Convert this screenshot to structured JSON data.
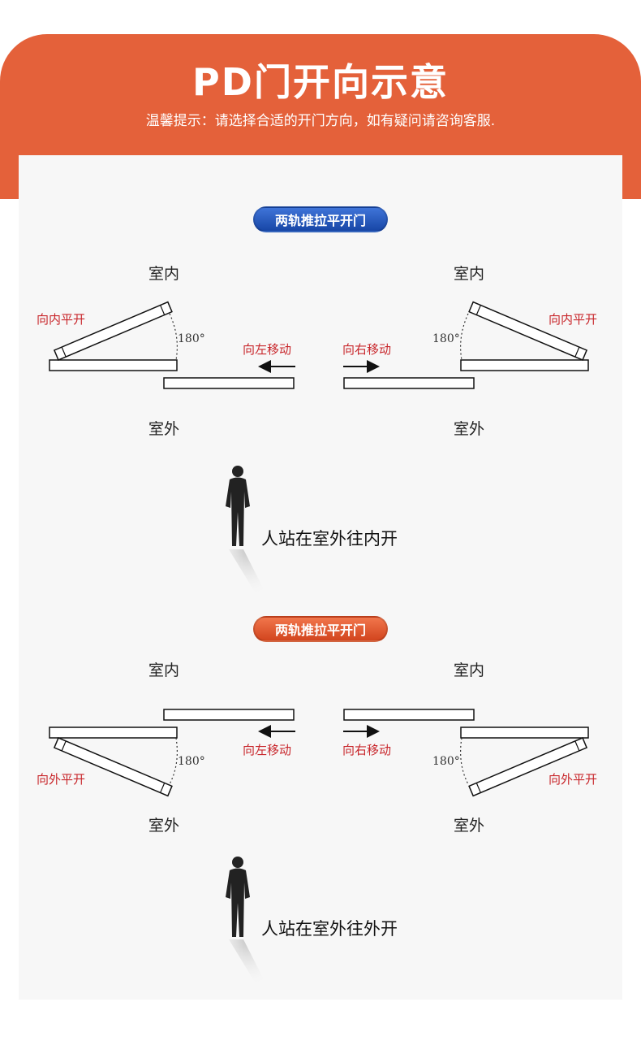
{
  "header": {
    "title": "PD门开向示意",
    "subtitle": "温馨提示：请选择合适的开门方向，如有疑问请咨询客服."
  },
  "colors": {
    "header_bg": "#e4613a",
    "panel_bg": "#f7f7f7",
    "pill_blue": "#2558c0",
    "pill_orange": "#e45a31",
    "annotation_red": "#c8262b"
  },
  "section1": {
    "badge": "两轨推拉平开门",
    "indoor_left": "室内",
    "indoor_right": "室内",
    "outdoor_left": "室外",
    "outdoor_right": "室外",
    "swing_left": "向内平开",
    "swing_right": "向内平开",
    "angle_left": "180°",
    "angle_right": "180°",
    "move_left": "向左移动",
    "move_right": "向右移动",
    "person_caption": "人站在室外往内开"
  },
  "section2": {
    "badge": "两轨推拉平开门",
    "indoor_left": "室内",
    "indoor_right": "室内",
    "outdoor_left": "室外",
    "outdoor_right": "室外",
    "swing_left": "向外平开",
    "swing_right": "向外平开",
    "angle_left": "180°",
    "angle_right": "180°",
    "move_left": "向左移动",
    "move_right": "向右移动",
    "person_caption": "人站在室外往外开"
  },
  "icons": {
    "arrow_left": "arrow-left-icon",
    "arrow_right": "arrow-right-icon",
    "person": "person-silhouette-icon"
  }
}
